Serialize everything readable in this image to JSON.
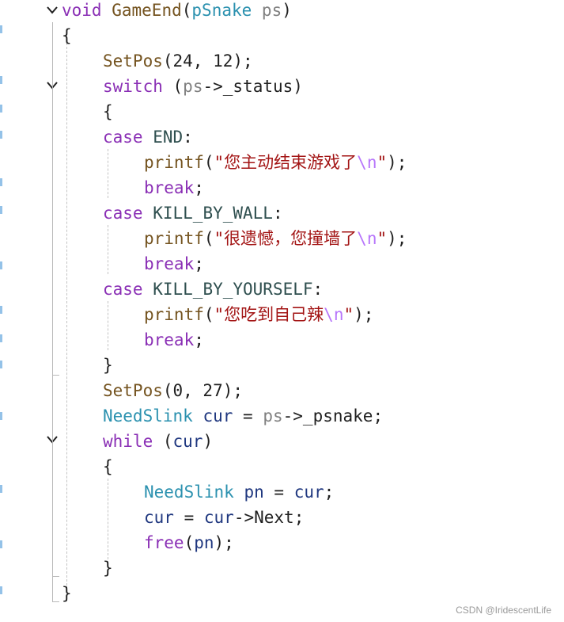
{
  "colors": {
    "keyword": "#8a2fb5",
    "function": "#74531f",
    "type": "#2b91af",
    "parameter": "#808080",
    "string": "#a31515",
    "escape": "#b776fb",
    "macro": "#2f4f4f",
    "variable": "#1f377f"
  },
  "code": {
    "l01": {
      "kw": "void",
      "fn": "GameEnd",
      "open": "(",
      "type": "pSnake",
      "param": "ps",
      "close": ")"
    },
    "l02": {
      "brace": "{"
    },
    "l03": {
      "fn": "SetPos",
      "args": "(24, 12);"
    },
    "l04": {
      "kw": "switch",
      "open": "(",
      "param": "ps",
      "arrow": "->",
      "member": "_status",
      "close": ")"
    },
    "l05": {
      "brace": "{"
    },
    "l06": {
      "kw": "case",
      "macro": "END",
      "colon": ":"
    },
    "l07": {
      "fn": "printf",
      "open": "(",
      "str": "\"您主动结束游戏了",
      "esc": "\\n",
      "str_end": "\"",
      "close": ");"
    },
    "l08": {
      "kw": "break",
      "semi": ";"
    },
    "l09": {
      "kw": "case",
      "macro": "KILL_BY_WALL",
      "colon": ":"
    },
    "l10": {
      "fn": "printf",
      "open": "(",
      "str": "\"很遗憾，您撞墙了",
      "esc": "\\n",
      "str_end": "\"",
      "close": ");"
    },
    "l11": {
      "kw": "break",
      "semi": ";"
    },
    "l12": {
      "kw": "case",
      "macro": "KILL_BY_YOURSELF",
      "colon": ":"
    },
    "l13": {
      "fn": "printf",
      "open": "(",
      "str": "\"您吃到自己辣",
      "esc": "\\n",
      "str_end": "\"",
      "close": ");"
    },
    "l14": {
      "kw": "break",
      "semi": ";"
    },
    "l15": {
      "brace": "}"
    },
    "l16": {
      "fn": "SetPos",
      "args": "(0, 27);"
    },
    "l17": {
      "type": "NeedSlink",
      "var": "cur",
      "eq": " = ",
      "param": "ps",
      "arrow": "->",
      "member": "_psnake",
      "semi": ";"
    },
    "l18": {
      "kw": "while",
      "open": " (",
      "var": "cur",
      "close": ")"
    },
    "l19": {
      "brace": "{"
    },
    "l20": {
      "type": "NeedSlink",
      "var": "pn",
      "eq": " = ",
      "var2": "cur",
      "semi": ";"
    },
    "l21": {
      "var": "cur",
      "eq": " = ",
      "var2": "cur",
      "arrow": "->",
      "member": "Next",
      "semi": ";"
    },
    "l22": {
      "kw": "free",
      "open": "(",
      "var": "pn",
      "close": ");"
    },
    "l23": {
      "brace": "}"
    },
    "l24": {
      "brace": "}"
    }
  },
  "icons": {
    "fold": "chevron-down-icon"
  },
  "watermark": "CSDN @IridescentLife"
}
